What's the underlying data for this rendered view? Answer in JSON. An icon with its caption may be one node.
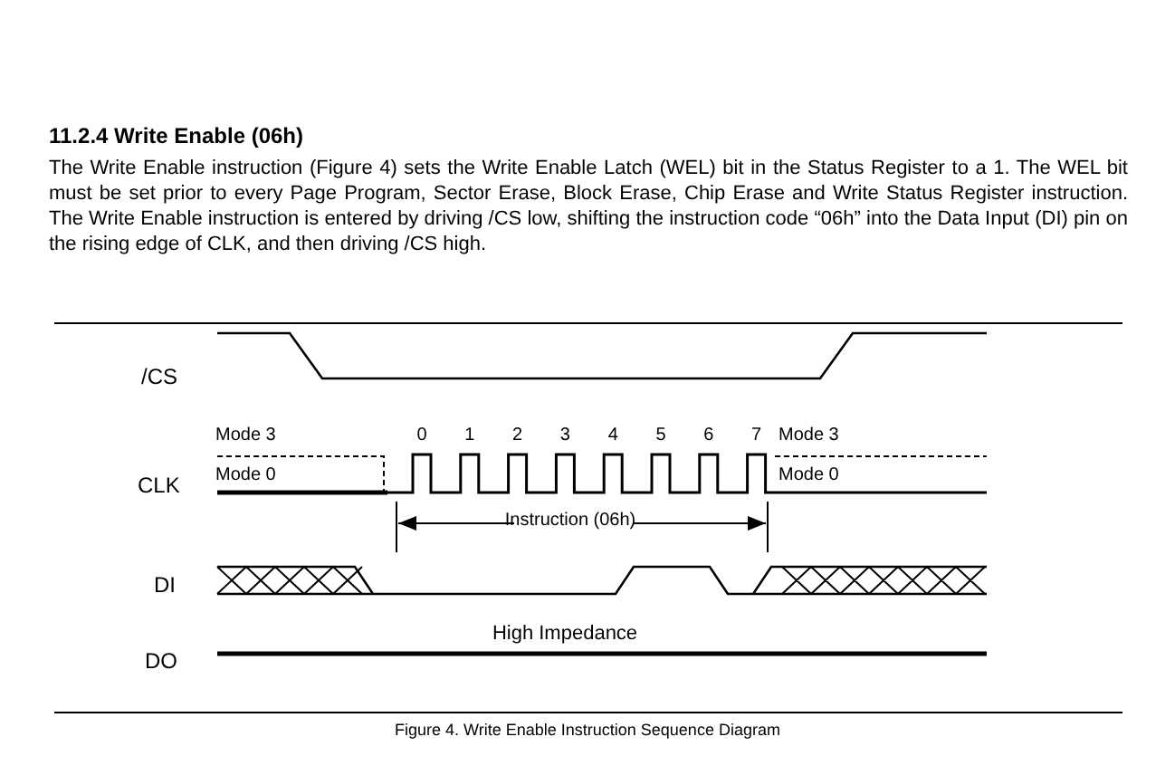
{
  "diagram": {
    "title": "11.2.4 Write Enable (06h)",
    "caption": "Figure 4. Write Enable Instruction Sequence Diagram",
    "labels": [
      "The Write Enable instruction (Figure 4) sets the Write Enable Latch (WEL) bit in the Status Register to a 1. The WEL bit must be set prior to every Page Program, Sector Erase, Block Erase, Chip Erase and Write Status Register instruction. The Write Enable instruction is entered by driving /CS low, shifting the instruction code “06h” into the Data Input (DI) pin on the rising edge of CLK, and then driving /CS high.",
      "/CS",
      "Mode 3",
      "0",
      "1",
      "2",
      "3",
      "4",
      "5",
      "6",
      "7",
      "Mode 3",
      "CLK",
      "Mode 0",
      "Mode 0",
      "Instruction (06h)",
      "DI",
      "High Impedance",
      "DO"
    ]
  }
}
